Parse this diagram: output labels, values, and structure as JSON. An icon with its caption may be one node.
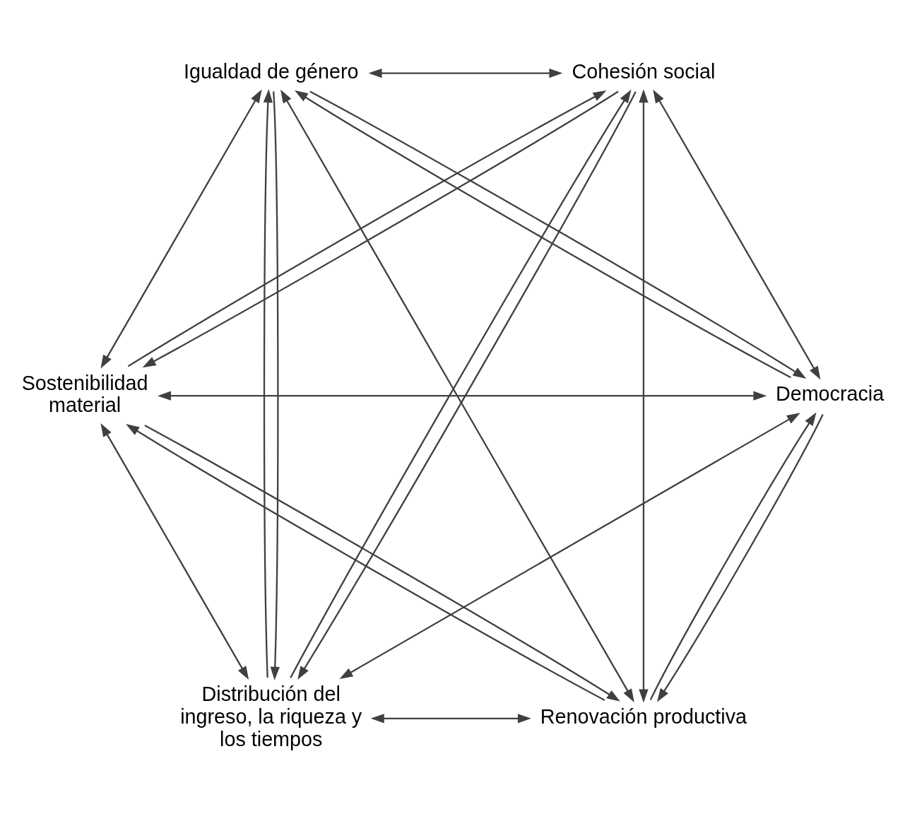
{
  "diagram": {
    "nodes": [
      {
        "text": [
          "Renovación productiva"
        ]
      },
      {
        "text": [
          "Democracia"
        ]
      },
      {
        "text": [
          "Sostenibilidad material"
        ]
      },
      {
        "text": [
          "Igualdad de género"
        ]
      },
      {
        "text": [
          "Cohesión social"
        ]
      },
      {
        "text": [
          "Distribución del ingreso, la riqueza y los tiempos"
        ]
      }
    ],
    "edges": [
      {
        "from": 0,
        "to": 1,
        "arrow": "to"
      },
      {
        "from": 1,
        "to": 0,
        "arrow": "to"
      },
      {
        "from": 2,
        "to": 0,
        "arrow": "to"
      },
      {
        "from": 0,
        "to": 2,
        "arrow": "to"
      },
      {
        "from": 2,
        "to": 4,
        "arrow": "to"
      },
      {
        "from": 4,
        "to": 2,
        "arrow": "to"
      },
      {
        "from": 4,
        "to": 5,
        "arrow": "to"
      },
      {
        "from": 5,
        "to": 4,
        "arrow": "to"
      },
      {
        "from": 5,
        "to": 3,
        "arrow": "to"
      },
      {
        "from": 3,
        "to": 5,
        "arrow": "to"
      },
      {
        "from": 1,
        "to": 3,
        "arrow": "to"
      },
      {
        "from": 3,
        "to": 1,
        "arrow": "to"
      },
      {
        "from": 0,
        "to": 5,
        "arrow": "both"
      },
      {
        "from": 0,
        "to": 3,
        "arrow": "both"
      },
      {
        "from": 0,
        "to": 4,
        "arrow": "both"
      },
      {
        "from": 1,
        "to": 2,
        "arrow": "both"
      },
      {
        "from": 1,
        "to": 4,
        "arrow": "both"
      },
      {
        "from": 1,
        "to": 5,
        "arrow": "both"
      },
      {
        "from": 2,
        "to": 3,
        "arrow": "both"
      },
      {
        "from": 2,
        "to": 5,
        "arrow": "both"
      },
      {
        "from": 3,
        "to": 4,
        "arrow": "both"
      }
    ]
  }
}
